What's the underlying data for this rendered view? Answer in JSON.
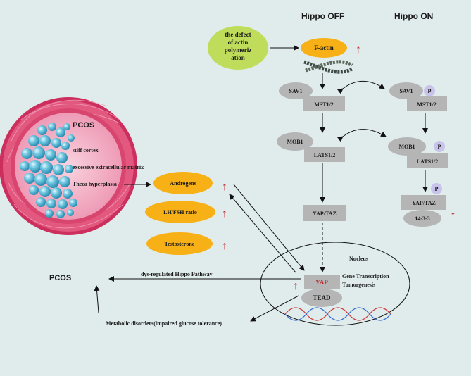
{
  "headers": {
    "hippo_off": "Hippo OFF",
    "hippo_on": "Hippo ON"
  },
  "actin_defect": [
    "the defect",
    "of actin",
    "polymeriz",
    "ation"
  ],
  "f_actin": "F-actin",
  "off": {
    "sav1": "SAV1",
    "mst": "MST1/2",
    "mob1": "MOB1",
    "lats": "LATS1/2",
    "yaptaz": "YAP/TAZ"
  },
  "on": {
    "sav1": "SAV1",
    "mst": "MST1/2",
    "mob1": "MOB1",
    "lats": "LATS1/2",
    "yaptaz": "YAP/TAZ",
    "p1433": "14-3-3",
    "p": "P"
  },
  "follicle": {
    "title": "PCOS",
    "l1": "stiff cortex",
    "l2": "excessive extracellular  matrix",
    "l3": "Theca hyperplasia"
  },
  "hormones": {
    "a": "Androgens",
    "b": "LH/FSH ratio",
    "c": "Testosterone"
  },
  "nucleus": {
    "label": "Nucleus",
    "yap": "YAP",
    "tead": "TEAD",
    "g1": "Gene Transcription",
    "g2": "Tumorgenesis"
  },
  "pcos": "PCOS",
  "dysreg": "dys-regulated Hippo Pathway",
  "metabolic": "Metabolic disorders(impaired glucose tolerance)",
  "arrow_up": "↑",
  "arrow_down": "↓",
  "colors": {
    "bg": "#e0ecec",
    "gray": "#b5b5b5",
    "orange": "#f7b117",
    "green": "#bfdc5a",
    "red": "#c0232a",
    "purple": "#c7c3ea",
    "follicle_outer": "#d4436b",
    "follicle_inner": "#f3b5c9",
    "bubble": "#63c0dc"
  }
}
